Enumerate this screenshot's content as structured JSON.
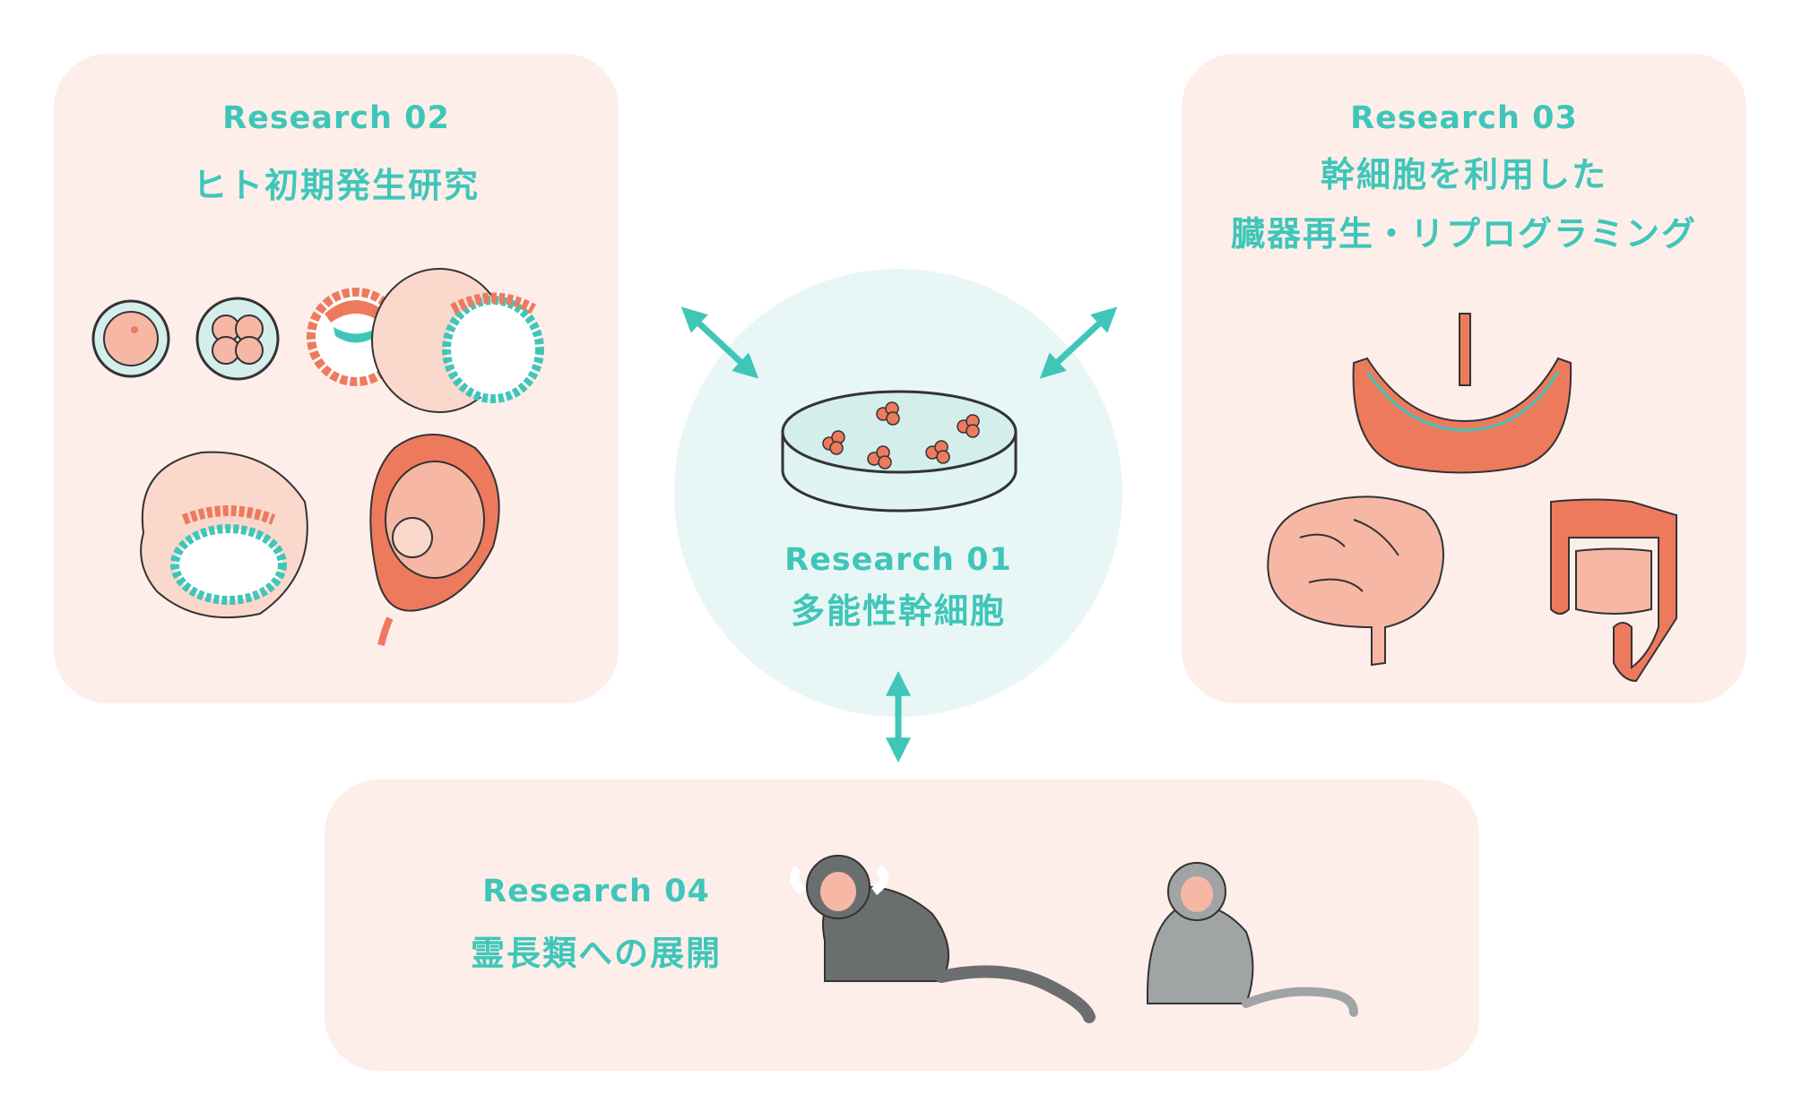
{
  "center": {
    "tag": "Research 01",
    "title": "多能性幹細胞"
  },
  "research02": {
    "tag": "Research 02",
    "title": "ヒト初期発生研究"
  },
  "research03": {
    "tag": "Research 03",
    "title_line1": "幹細胞を利用した",
    "title_line2": "臓器再生・リプログラミング"
  },
  "research04": {
    "tag": "Research 04",
    "title": "霊長類への展開"
  },
  "colors": {
    "accent": "#3fc6b9",
    "card_bg": "#fdeeea",
    "center_bg": "#e8f7f5",
    "cell": "#ee7a5e",
    "skin": "#f6b8a5"
  },
  "icons": [
    "double-arrow-icon",
    "petri-dish-icon",
    "embryo-icon",
    "fetus-icon",
    "stomach-icon",
    "brain-icon",
    "intestine-icon",
    "marmoset-icon",
    "macaque-icon"
  ]
}
